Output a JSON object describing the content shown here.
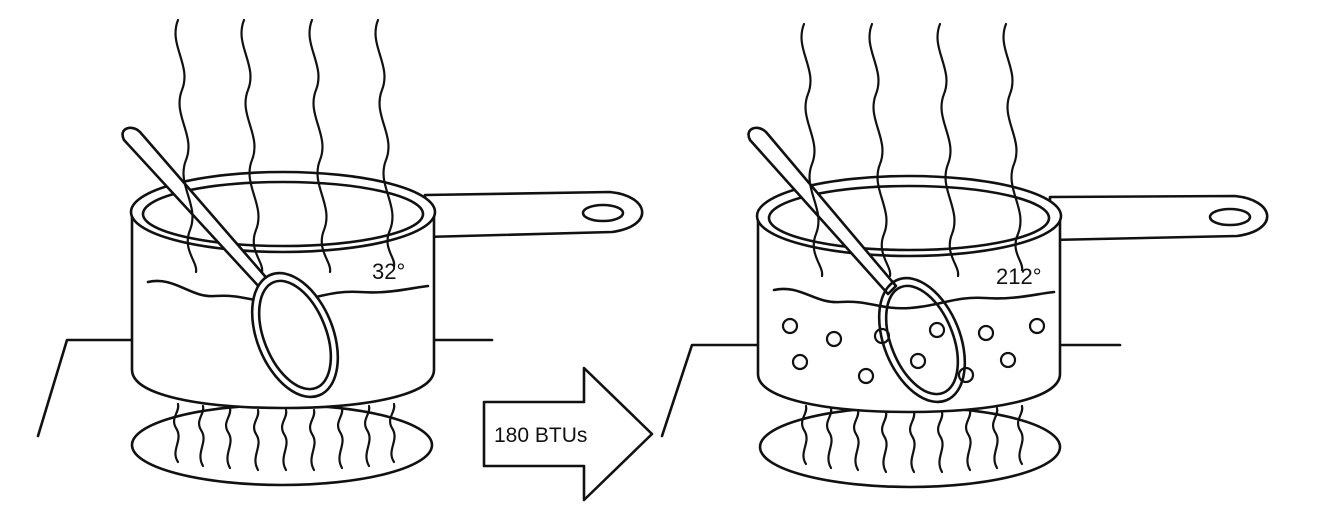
{
  "diagram": {
    "left_pot": {
      "temperature_label": "32°"
    },
    "right_pot": {
      "temperature_label": "212°"
    },
    "arrow": {
      "label": "180 BTUs"
    }
  }
}
